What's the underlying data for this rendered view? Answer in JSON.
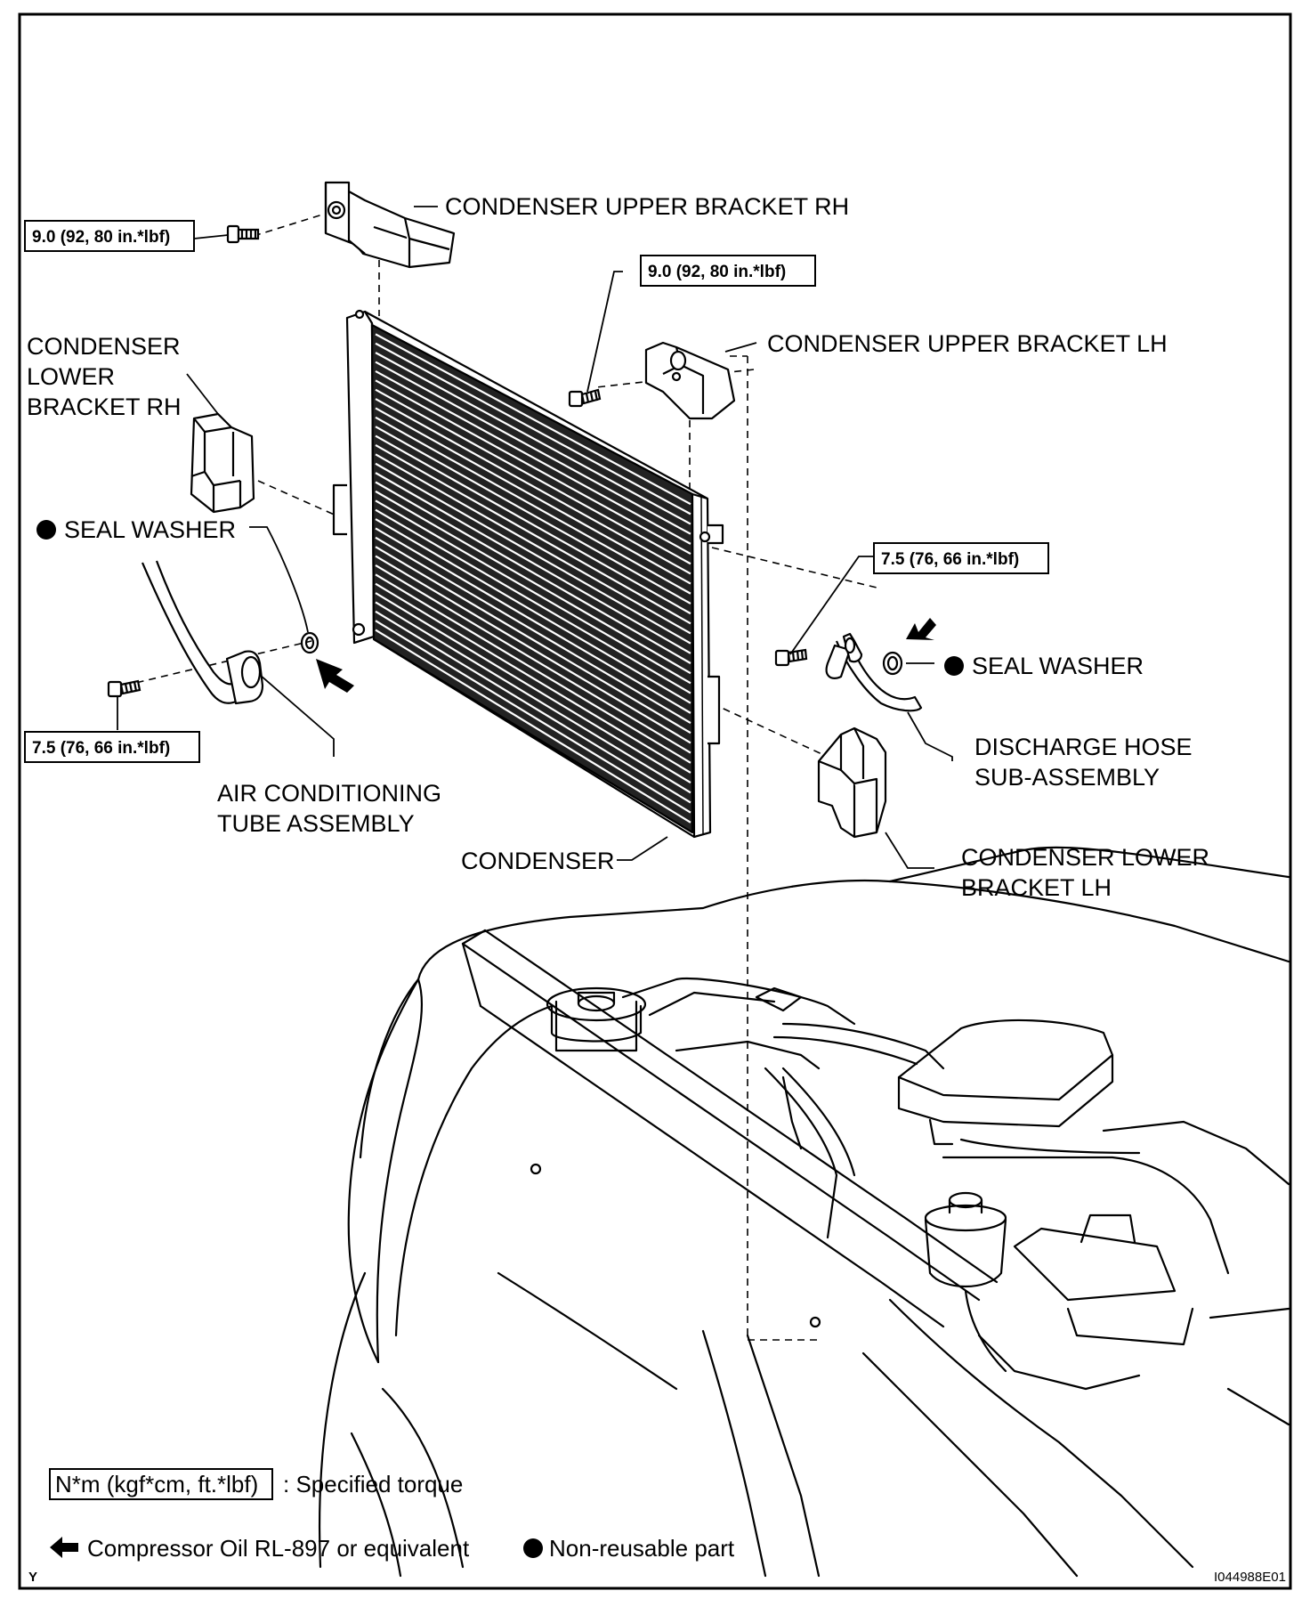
{
  "labels": {
    "upper_bracket_rh": "CONDENSER UPPER BRACKET RH",
    "upper_bracket_lh": "CONDENSER UPPER BRACKET LH",
    "lower_bracket_rh": [
      "CONDENSER",
      "LOWER",
      "BRACKET RH"
    ],
    "seal_washer": "SEAL WASHER",
    "air_conditioning_tube": [
      "AIR CONDITIONING",
      "TUBE ASSEMBLY"
    ],
    "condenser": "CONDENSER",
    "discharge_hose": [
      "DISCHARGE HOSE",
      "SUB-ASSEMBLY"
    ],
    "lower_bracket_lh": [
      "CONDENSER LOWER",
      "BRACKET LH"
    ]
  },
  "torque_specs": {
    "upper_rh": "9.0 (92, 80 in.*lbf)",
    "upper_lh": "9.0 (92, 80 in.*lbf)",
    "tube_rh": "7.5 (76, 66 in.*lbf)",
    "hose_lh": "7.5 (76, 66 in.*lbf)"
  },
  "legend": {
    "torque_units": "N*m (kgf*cm, ft.*lbf)",
    "torque_desc": ": Specified torque",
    "oil_desc": "Compressor Oil RL-897 or equivalent",
    "nonreusable_desc": "Non-reusable part"
  },
  "footer": {
    "corner_mark": "Y",
    "figure_id": "I044988E01"
  }
}
